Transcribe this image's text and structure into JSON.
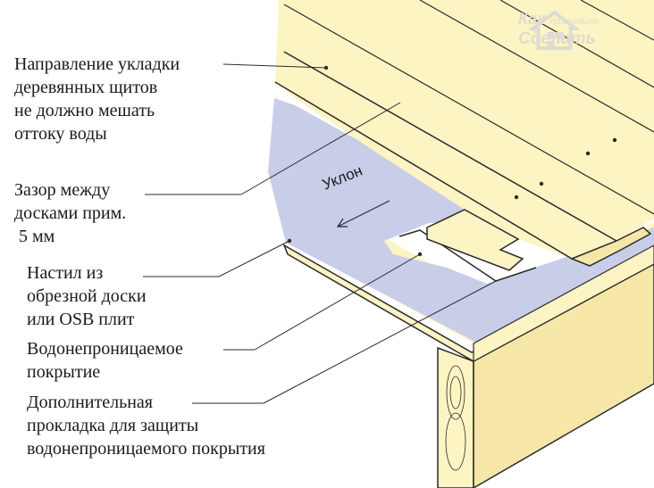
{
  "labels": {
    "direction": [
      "Направление укладки",
      "деревянных щитов",
      "не должно мешать",
      "оттоку воды"
    ],
    "gap": [
      "Зазор между",
      "досками прим.",
      " 5 мм"
    ],
    "deck": [
      "Настил из",
      "обрезной доски",
      "или OSB плит"
    ],
    "waterproof": [
      "Водонепроницаемое",
      "покрытие"
    ],
    "extra": [
      "Дополнительная",
      "прокладка для защиты",
      "водонепроницаемого покрытия"
    ]
  },
  "slope": "Уклон",
  "logo": {
    "word1": "Как",
    "word2": "правильно",
    "word3": "Сделать",
    "icon": "house-logo-icon"
  },
  "colors": {
    "wood": "#fdf4c3",
    "wood_dark": "#f6e7a8",
    "membrane": "#c8cde8",
    "outline": "#2a2a2a",
    "text": "#1a1a1a",
    "logo": "#dcdcd0"
  }
}
